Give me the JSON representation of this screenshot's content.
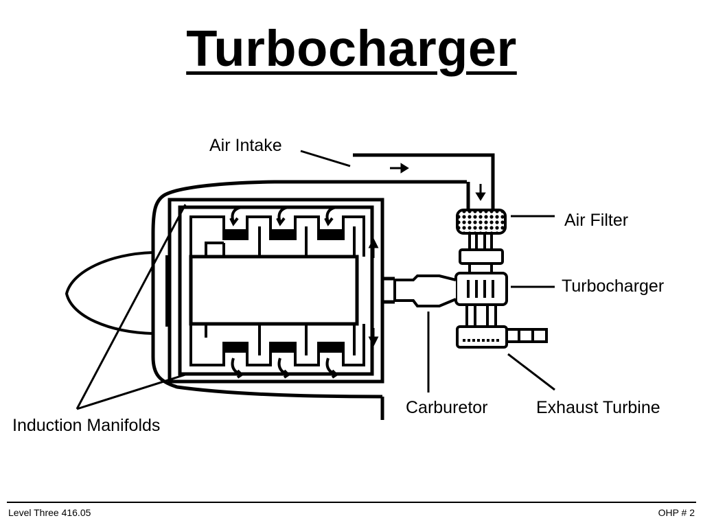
{
  "slide": {
    "title": "Turbocharger"
  },
  "labels": {
    "air_intake": "Air Intake",
    "air_filter": "Air Filter",
    "turbocharger": "Turbocharger",
    "carburetor": "Carburetor",
    "exhaust_turbine": "Exhaust Turbine",
    "induction_manifolds": "Induction Manifolds"
  },
  "footer": {
    "left": "Level Three 416.05",
    "right": "OHP # 2"
  }
}
